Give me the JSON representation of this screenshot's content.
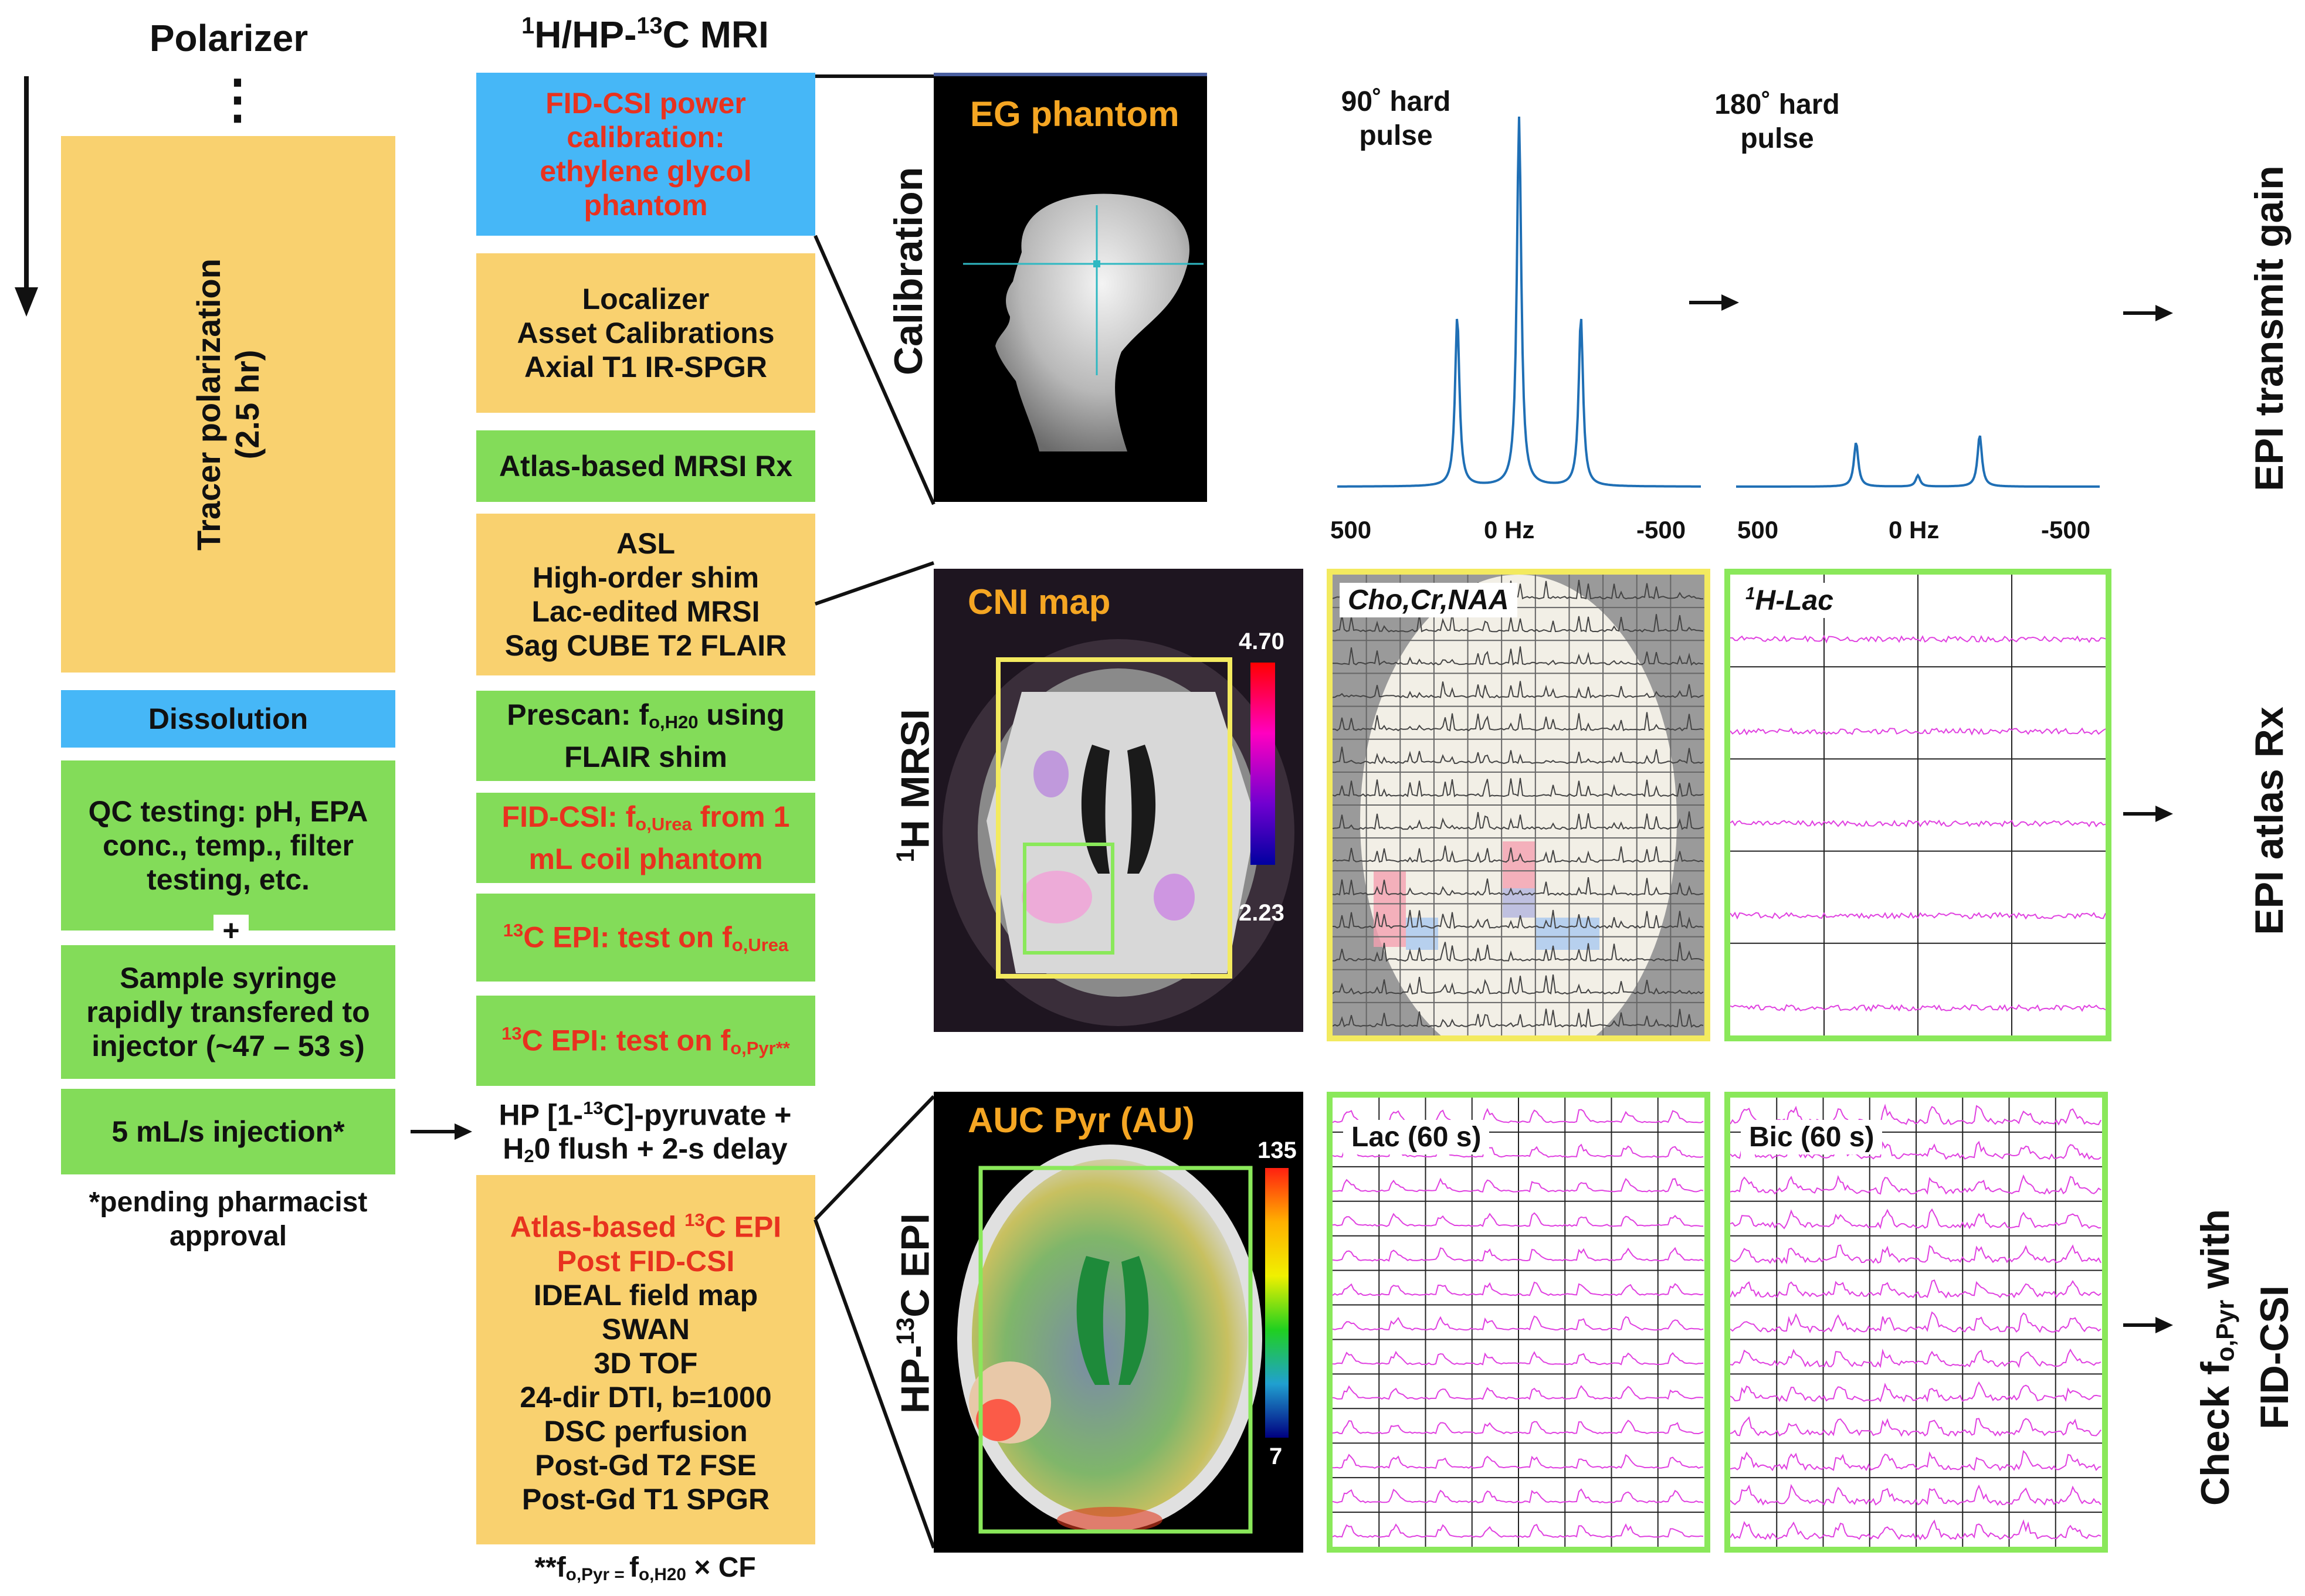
{
  "left_column": {
    "title": "Polarizer",
    "ellipsis": "⋮",
    "tracer_polarization_line1": "Tracer polarization",
    "tracer_polarization_line2": "(2.5 hr)",
    "dissolution": "Dissolution",
    "qc_testing": "QC testing: pH, EPA conc., temp., filter testing, etc.",
    "plus": "+",
    "sample_syringe": "Sample syringe rapidly transfered to injector (~47 – 53 s)",
    "injection": "5 mL/s injection*",
    "footnote": "*pending pharmacist approval"
  },
  "mri_column": {
    "title_pre": "1",
    "title_mid": "H/HP-",
    "title_sup": "13",
    "title_post": "C MRI",
    "fid_csi_calibration": "FID-CSI power calibration: ethylene glycol phantom",
    "localizer_lines": [
      "Localizer",
      "Asset Calibrations",
      "Axial T1 IR-SPGR"
    ],
    "atlas_mrsi": "Atlas-based MRSI Rx",
    "asl_lines": [
      "ASL",
      "High-order shim",
      "Lac-edited MRSI",
      "Sag CUBE T2 FLAIR"
    ],
    "prescan_a": "Prescan: f",
    "prescan_sub": "o,H20",
    "prescan_b": " using FLAIR shim",
    "fid_csi_urea_a": "FID-CSI: f",
    "fid_csi_urea_sub": "o,Urea",
    "fid_csi_urea_b": " from 1 mL coil phantom",
    "epi_urea_sup": "13",
    "epi_urea_a": "C EPI: test on f",
    "epi_urea_sub": "o,Urea",
    "epi_pyr_sup": "13",
    "epi_pyr_a": "C EPI: test on f",
    "epi_pyr_sub": "o,Pyr**",
    "hp_pyruvate_a": "HP [1-",
    "hp_pyruvate_sup": "13",
    "hp_pyruvate_b": "C]-pyruvate +",
    "hp_flush_a": "H",
    "hp_flush_sub": "2",
    "hp_flush_b": "0 flush + 2-s delay",
    "atlas_epi_a": "Atlas-based ",
    "atlas_epi_sup": "13",
    "atlas_epi_b": "C EPI",
    "post_fid_csi": "Post FID-CSI",
    "final_lines": [
      "IDEAL field map",
      "SWAN",
      "3D TOF",
      "24-dir DTI, b=1000",
      "DSC perfusion",
      "Post-Gd T2 FSE",
      "Post-Gd T1 SPGR"
    ],
    "footnote_a": "**f",
    "footnote_sub1": "o,Pyr = ",
    "footnote_b": "f",
    "footnote_sub2": "o,H20",
    "footnote_c": " × CF"
  },
  "row_labels": {
    "calibration": "Calibration",
    "mrsi_sup": "1",
    "mrsi": "H MRSI",
    "epi_pre": "HP-",
    "epi_sup": "13",
    "epi_post": "C EPI"
  },
  "images": {
    "eg_phantom": "EG phantom",
    "cni_map": "CNI map",
    "cni_max": "4.70",
    "cni_min": "2.23",
    "auc_pyr": "AUC Pyr (AU)",
    "auc_max": "135",
    "auc_min": "7"
  },
  "spectra": {
    "pulse90_line1": "90˚ hard",
    "pulse90_line2": "pulse",
    "pulse180_line1": "180˚ hard",
    "pulse180_line2": "pulse",
    "axis_left": "500",
    "axis_mid": "0 Hz",
    "axis_right": "-500",
    "pulse90_peaks": [
      0.46,
      1.0,
      0.46
    ],
    "pulse180_peaks": [
      0.12,
      0.03,
      0.14
    ]
  },
  "grids": {
    "cho_cr_naa": "Cho,Cr,NAA",
    "h_lac_sup": "1",
    "h_lac": "H-Lac",
    "lac": "Lac (60 s)",
    "bic": "Bic (60 s)"
  },
  "outcomes": {
    "epi_transmit_gain": "EPI transmit gain",
    "epi_atlas_rx": "EPI atlas Rx",
    "check_a": "Check f",
    "check_sub": "o,Pyr",
    "check_b": " with",
    "check_c": "FID-CSI"
  },
  "colors": {
    "yellow_box": "#f9d16f",
    "green_box": "#83dc59",
    "blue_box": "#46b7f7",
    "red_text": "#e8321f",
    "spectrum_blue": "#1f6fb5",
    "grid_yellow": "#f3ea5f",
    "grid_green": "#8ae85a",
    "trace_magenta": "#e040e0"
  }
}
